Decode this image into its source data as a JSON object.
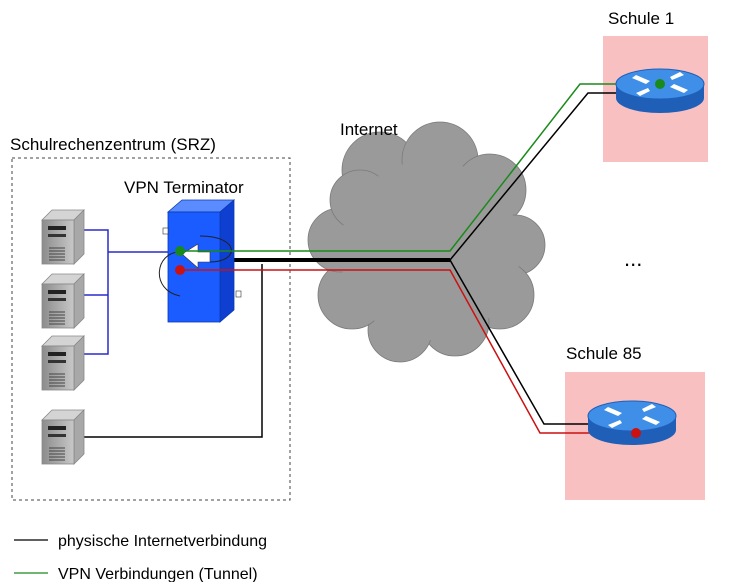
{
  "labels": {
    "datacenter": "Schulrechenzentrum (SRZ)",
    "terminator": "VPN Terminator",
    "internet": "Internet",
    "school_first": "Schule 1",
    "school_last": "Schule 85",
    "ellipsis": "..."
  },
  "legend": [
    {
      "label": "physische Internetverbindung",
      "color": "#000000"
    },
    {
      "label": "VPN Verbindungen (Tunnel)",
      "color": "#1a8a1a"
    }
  ],
  "colors": {
    "vpn_green": "#1a8a1a",
    "vpn_red": "#cc1111",
    "server_links": "#2a2acc",
    "terminator": "#1a5cff",
    "school_area": "#f8c0c0",
    "router": "#2f7fe0",
    "cloud": "#9a9a9a"
  },
  "icons": {
    "server": "server-icon",
    "router": "router-icon",
    "cloud": "cloud-icon",
    "terminator": "vpn-terminator-icon"
  }
}
